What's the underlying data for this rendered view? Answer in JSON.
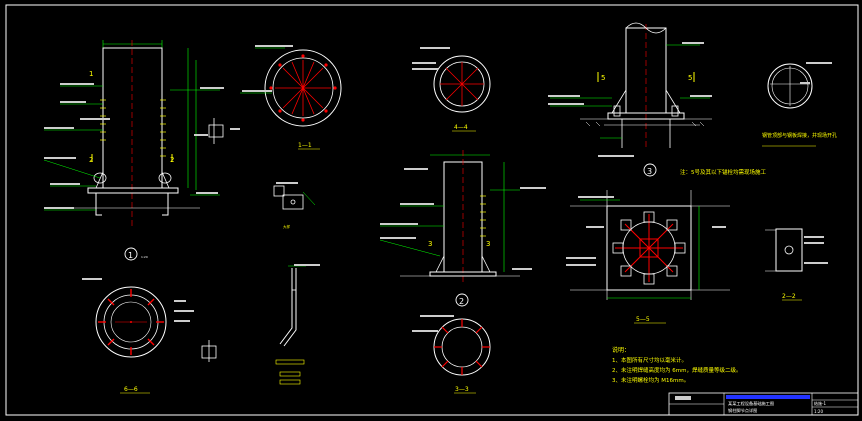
{
  "colors": {
    "background": "#000000",
    "drawing_frame": "#ffffff",
    "section_marks": "#ffff00",
    "dimension_lines": "#00ff00",
    "hatch_lines": "#ff0000",
    "concrete_lines": "#ff00ff",
    "cut_lines": "#00ffff",
    "title_block_blue": "#2233ff"
  },
  "detail_labels": {
    "d1": "1",
    "d2": "2",
    "d3": "3",
    "s11": "1—1",
    "s22": "2—2",
    "s33": "3—3",
    "s44": "4—4",
    "s55": "5—5",
    "s66": "6—6",
    "scale": "1:20"
  },
  "notes": {
    "header": "说明：",
    "line1": "1、本图所有尺寸均以毫米计。",
    "line2": "2、未注明焊缝高度均为 6mm，焊缝质量等级二级。",
    "line3": "3、未注明螺栓均为 M16mm。"
  },
  "callouts": {
    "steel_pipe_note": "钢管顶部与钢板焊接，并现场开孔",
    "anchor_note": "注：5号及其以下锚栓均需现场施工"
  },
  "title_block": {
    "project": "某某工程设备基础施工图",
    "drawing": "钢柱脚节点详图",
    "sheet": "结施-1",
    "scale": "1:20"
  }
}
